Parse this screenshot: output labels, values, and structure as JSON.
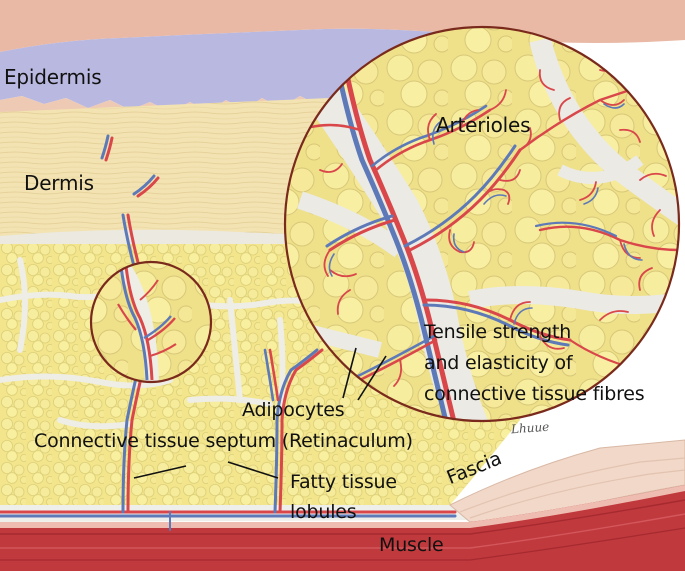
{
  "labels": {
    "epidermis": "Epidermis",
    "dermis": "Dermis",
    "arterioles": "Arterioles",
    "tensile_line1": "Tensile strength",
    "tensile_line2": "and elasticity of",
    "tensile_line3": "connective tissue fibres",
    "adipocytes": "Adipocytes",
    "septum": "Connective tissue septum (Retinaculum)",
    "fatty_line1": "Fatty tissue",
    "fatty_line2": "lobules",
    "fascia": "Fascia",
    "muscle": "Muscle"
  },
  "signature": "Lhuue",
  "colors": {
    "skin_surface": "#e9b9a6",
    "epidermis": "#b9b8e0",
    "dermis": "#f3e3b0",
    "fat": "#f4e88a",
    "septum": "#ecebe3",
    "vessel_red": "#d9474b",
    "vessel_blue": "#5d79b8",
    "magnifier_ring": "#7a2a1c",
    "muscle": "#c0393d",
    "fascia": "#f1d8c9"
  }
}
